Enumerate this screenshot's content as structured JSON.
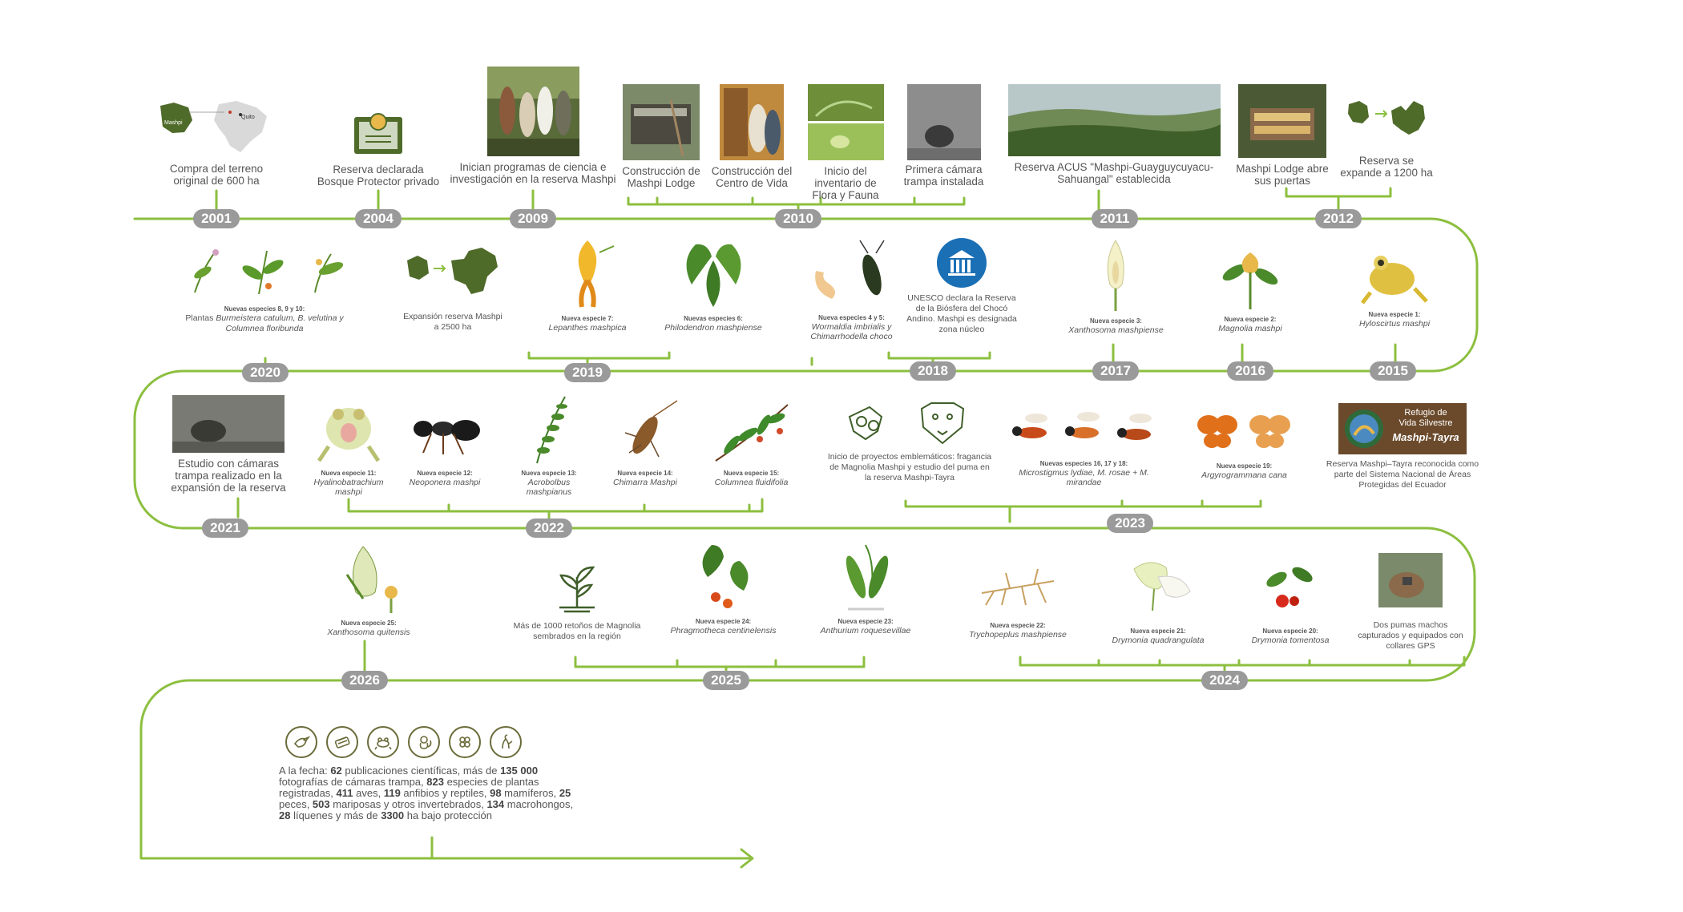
{
  "colors": {
    "line": "#8cbf3f",
    "badge": "#9a9a9a",
    "text": "#555555",
    "unesco": "#1a6fb5",
    "tayra_bg": "#6b4a2b"
  },
  "years": [
    "2001",
    "2004",
    "2009",
    "2010",
    "2011",
    "2012",
    "2015",
    "2016",
    "2017",
    "2018",
    "2019",
    "2020",
    "2021",
    "2022",
    "2023",
    "2024",
    "2025",
    "2026"
  ],
  "events": {
    "compra": "Compra del terreno original de 600 ha",
    "map_mashpi": "Mashpi",
    "map_quito": "Quito",
    "reserva2004": "Reserva declarada Bosque Protector privado",
    "programas": "Inician programas de ciencia e investigación en la reserva Mashpi",
    "construccion_lodge": "Construcción de Mashpi Lodge",
    "centro_vida": "Construcción del Centro de Vida",
    "inventario": "Inicio del  inventario de Flora y Fauna",
    "camara": "Primera cámara trampa instalada",
    "acus": "Reserva ACUS \"Mashpi-Guayguycuyacu-Sahuangal\" establecida",
    "lodge_abre": "Mashpi Lodge abre sus puertas",
    "expande1200": "Reserva se expande a 1200 ha",
    "sp1_tag": "Nueva especie 1:",
    "sp1": "Hyloscirtus mashpi",
    "sp2_tag": "Nueva especie 2:",
    "sp2": "Magnolia mashpi",
    "sp3_tag": "Nueva especie 3:",
    "sp3": "Xanthosoma mashpiense",
    "unesco": "UNESCO declara la Reserva de la Biósfera del Chocó Andino. Mashpi es designada zona núcleo",
    "sp45_tag": "Nueva especies 4 y 5:",
    "sp45": "Wormaldia imbrialis y Chimarrhodella choco",
    "sp6_tag": "Nuevas especies 6:",
    "sp6": "Philodendron mashpiense",
    "sp7_tag": "Nueva especie 7:",
    "sp7": "Lepanthes mashpica",
    "expansion2500": "Expansión reserva Mashpi a 2500 ha",
    "sp8_tag": "Nuevas especies 8, 9 y 10:",
    "sp8_pre": "Plantas ",
    "sp8": "Burmeistera catulum, B. velutina y Columnea floribunda",
    "estudio": "Estudio con cámaras trampa realizado en la expansión de la reserva",
    "sp11_tag": "Nueva especie 11:",
    "sp11": "Hyalinobatrachium mashpi",
    "sp12_tag": "Nueva especie 12:",
    "sp12": "Neoponera mashpi",
    "sp13_tag": "Nueva especie 13:",
    "sp13": "Acrobolbus mashpianus",
    "sp14_tag": "Nueva especie 14:",
    "sp14": "Chimarra Mashpi",
    "sp15_tag": "Nueva especie 15:",
    "sp15": "Columnea fluidifolia",
    "proyectos": "Inicio de proyectos emblemáticos: fragancia de Magnolia Mashpi y estudio del puma en la reserva Mashpi-Tayra",
    "sp16_tag": "Nuevas especies 16, 17 y 18:",
    "sp16": "Microstigmus lydiae, M. rosae + M. mirandae",
    "sp19_tag": "Nueva especie 19:",
    "sp19": "Argyrogrammana cana",
    "tayra_logo1": "Refugio de",
    "tayra_logo2": "Vida Silvestre",
    "tayra_logo3": "Mashpi-Tayra",
    "tayra": "Reserva Mashpi–Tayra reconocida como parte del Sistema Nacional de Áreas Protegidas del Ecuador",
    "pumas": "Dos pumas machos capturados y equipados con collares GPS",
    "sp20_tag": "Nueva especie 20:",
    "sp20": "Drymonia tomentosa",
    "sp21_tag": "Nueva especie 21:",
    "sp21": "Drymonia quadrangulata",
    "sp22_tag": "Nueva especie 22:",
    "sp22": "Trychopeplus mashpiense",
    "sp23_tag": "Nueva especie 23:",
    "sp23": "Anthurium roquesevillae",
    "sp24_tag": "Nueva especie 24:",
    "sp24": "Phragmotheca centinelensis",
    "retonos": "Más de 1000 retoños de Magnolia sembrados en la región",
    "sp25_tag": "Nueva especie 25:",
    "sp25": "Xanthosoma quitensis"
  },
  "summary": {
    "p1": "A la fecha: ",
    "n1": "62",
    "p2": " publicaciones científicas, más de ",
    "n2": "135 000",
    "p3": " fotografías de cámaras trampa, ",
    "n3": "823",
    "p4": " especies de plantas registradas, ",
    "n4": "411",
    "p5": " aves, ",
    "n5": "119",
    "p6": " anfibios y reptiles, ",
    "n6": "98",
    "p7": " mamíferos, ",
    "n7": "25",
    "p8": " peces, ",
    "n8": "503",
    "p9": " mariposas y otros invertebrados, ",
    "n9": "134",
    "p10": " macrohongos, ",
    "n10": "28",
    "p11": " líquenes y más de ",
    "n11": "3300",
    "p12": " ha bajo protección"
  },
  "summary_icons": [
    "bird-icon",
    "log-icon",
    "frog-icon",
    "monkey-icon",
    "fungus-icon",
    "lichen-icon"
  ]
}
